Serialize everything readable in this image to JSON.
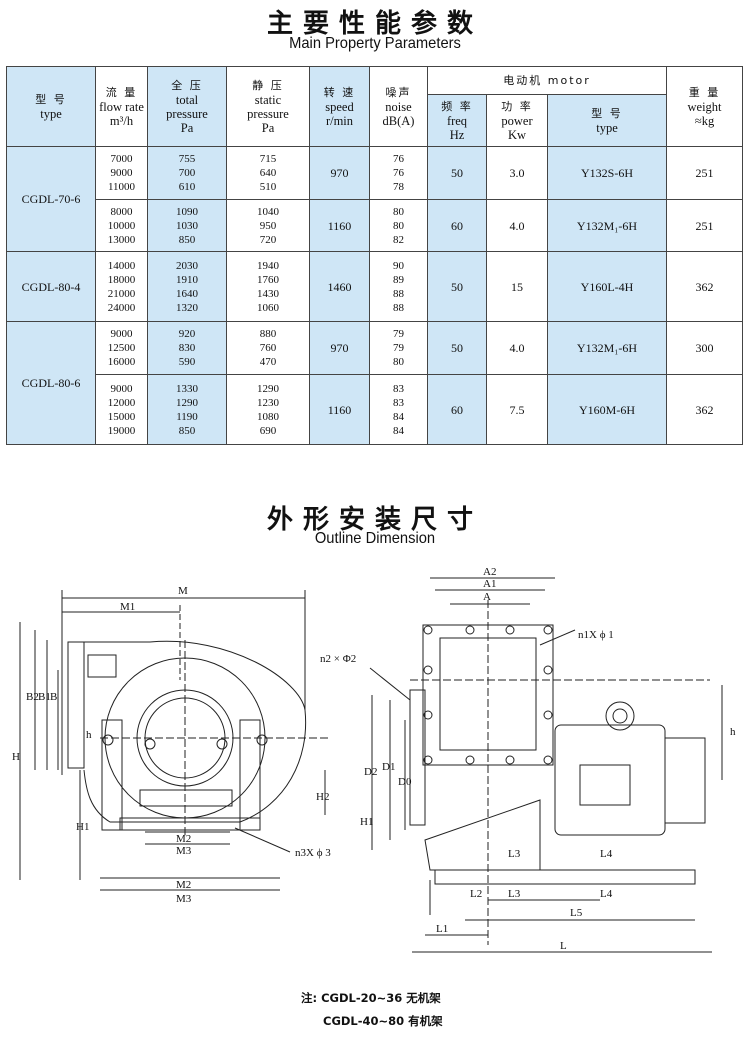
{
  "titles": {
    "performance_cn": "主要性能参数",
    "performance_en": "Main Property Parameters",
    "outline_cn": "外形安装尺寸",
    "outline_en": "Outline Dimension"
  },
  "table": {
    "headers": {
      "type_cn": "型 号",
      "type_en": "type",
      "flow_cn": "流 量",
      "flow_en": "flow rate",
      "flow_unit": "m³/h",
      "total_cn": "全 压",
      "total_en1": "total",
      "total_en2": "pressure",
      "total_unit": "Pa",
      "static_cn": "静 压",
      "static_en1": "static",
      "static_en2": "pressure",
      "static_unit": "Pa",
      "speed_cn": "转 速",
      "speed_en": "speed",
      "speed_unit": "r/min",
      "noise_cn": "噪声",
      "noise_en": "noise",
      "noise_unit": "dB(A)",
      "motor_group": "电动机 motor",
      "freq_cn": "频 率",
      "freq_en": "freq",
      "freq_unit": "Hz",
      "power_cn": "功 率",
      "power_en": "power",
      "power_unit": "Kw",
      "mtype_cn": "型 号",
      "mtype_en": "type",
      "weight_cn": "重 量",
      "weight_en": "weight",
      "weight_unit": "≈kg"
    },
    "groups": [
      {
        "model": "CGDL-70-6",
        "blocks": [
          {
            "flow": [
              "7000",
              "9000",
              "11000"
            ],
            "total": [
              "755",
              "700",
              "610"
            ],
            "static": [
              "715",
              "640",
              "510"
            ],
            "speed": "970",
            "noise": [
              "76",
              "76",
              "78"
            ],
            "freq": "50",
            "power": "3.0",
            "motor": "Y132S-6H",
            "weight": "251"
          },
          {
            "flow": [
              "8000",
              "10000",
              "13000"
            ],
            "total": [
              "1090",
              "1030",
              "850"
            ],
            "static": [
              "1040",
              "950",
              "720"
            ],
            "speed": "1160",
            "noise": [
              "80",
              "80",
              "82"
            ],
            "freq": "60",
            "power": "4.0",
            "motor": "Y132M₁-6H",
            "weight": "251"
          }
        ]
      },
      {
        "model": "CGDL-80-4",
        "blocks": [
          {
            "flow": [
              "14000",
              "18000",
              "21000",
              "24000"
            ],
            "total": [
              "2030",
              "1910",
              "1640",
              "1320"
            ],
            "static": [
              "1940",
              "1760",
              "1430",
              "1060"
            ],
            "speed": "1460",
            "noise": [
              "90",
              "89",
              "88",
              "88"
            ],
            "freq": "50",
            "power": "15",
            "motor": "Y160L-4H",
            "weight": "362"
          }
        ]
      },
      {
        "model": "CGDL-80-6",
        "blocks": [
          {
            "flow": [
              "9000",
              "12500",
              "16000"
            ],
            "total": [
              "920",
              "830",
              "590"
            ],
            "static": [
              "880",
              "760",
              "470"
            ],
            "speed": "970",
            "noise": [
              "79",
              "79",
              "80"
            ],
            "freq": "50",
            "power": "4.0",
            "motor": "Y132M₁-6H",
            "weight": "300"
          },
          {
            "flow": [
              "9000",
              "12000",
              "15000",
              "19000"
            ],
            "total": [
              "1330",
              "1290",
              "1190",
              "850"
            ],
            "static": [
              "1290",
              "1230",
              "1080",
              "690"
            ],
            "speed": "1160",
            "noise": [
              "83",
              "83",
              "84",
              "84"
            ],
            "freq": "60",
            "power": "7.5",
            "motor": "Y160M-6H",
            "weight": "362"
          }
        ]
      }
    ]
  },
  "drawing": {
    "left_labels": [
      "M",
      "M1",
      "B2",
      "B1",
      "B",
      "h",
      "H",
      "H1",
      "H2",
      "M2",
      "M3",
      "M2",
      "M3",
      "n3X ϕ 3"
    ],
    "right_labels": [
      "A2",
      "A1",
      "A",
      "n1X ϕ 1",
      "n2 × Φ2",
      "D2",
      "D1",
      "D0",
      "h",
      "L3",
      "L4",
      "L2",
      "L3",
      "L4",
      "L5",
      "L1",
      "L",
      "H1"
    ]
  },
  "notes": {
    "line1": "注: CGDL-20~36 无机架",
    "line2": "CGDL-40~80 有机架"
  }
}
